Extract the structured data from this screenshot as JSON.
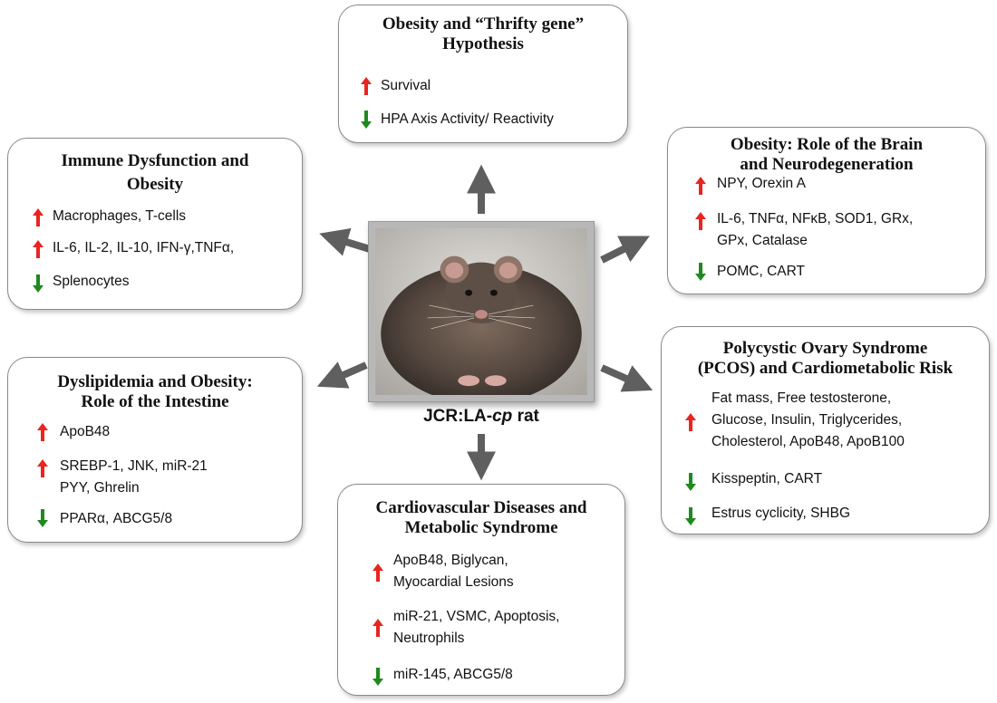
{
  "colors": {
    "up_arrow": "#e8251f",
    "down_arrow": "#1e8a1e",
    "connector": "#5f5f5f",
    "box_border": "#8a8a8a"
  },
  "center": {
    "label_prefix": "JCR:LA-",
    "label_italic": "cp",
    "label_suffix": " rat",
    "photo_icon": "obese-rat-photo"
  },
  "boxes": {
    "thrifty": {
      "title_lines": [
        "Obesity and “Thrifty gene”",
        "Hypothesis"
      ],
      "items": [
        {
          "dir": "up",
          "lines": [
            "Survival"
          ]
        },
        {
          "dir": "down",
          "lines": [
            "HPA Axis Activity/ Reactivity"
          ]
        }
      ]
    },
    "immune": {
      "title_lines": [
        "Immune Dysfunction and",
        "Obesity"
      ],
      "items": [
        {
          "dir": "up",
          "lines": [
            "Macrophages, T-cells"
          ]
        },
        {
          "dir": "up",
          "lines": [
            "IL-6, IL-2, IL-10, IFN-γ,TNFα,"
          ]
        },
        {
          "dir": "down",
          "lines": [
            "Splenocytes"
          ]
        }
      ]
    },
    "brain": {
      "title_lines": [
        "Obesity: Role of the Brain",
        "and Neurodegeneration"
      ],
      "items": [
        {
          "dir": "up",
          "lines": [
            "NPY, Orexin A"
          ]
        },
        {
          "dir": "up",
          "lines": [
            "IL-6, TNFα, NFκB, SOD1, GRx,",
            "GPx, Catalase"
          ]
        },
        {
          "dir": "down",
          "lines": [
            "POMC, CART"
          ]
        }
      ]
    },
    "intestine": {
      "title_lines": [
        "Dyslipidemia and Obesity:",
        "Role of the Intestine"
      ],
      "items": [
        {
          "dir": "up",
          "lines": [
            "ApoB48"
          ]
        },
        {
          "dir": "up",
          "lines": [
            "SREBP-1, JNK, miR-21",
            "PYY, Ghrelin"
          ]
        },
        {
          "dir": "down",
          "lines": [
            "PPARα, ABCG5/8"
          ]
        }
      ]
    },
    "pcos": {
      "title_lines": [
        "Polycystic Ovary Syndrome",
        "(PCOS) and Cardiometabolic Risk"
      ],
      "items": [
        {
          "dir": "up",
          "lines": [
            "Fat mass, Free testosterone,",
            "Glucose, Insulin, Triglycerides,",
            "Cholesterol, ApoB48, ApoB100"
          ]
        },
        {
          "dir": "down",
          "lines": [
            "Kisspeptin, CART"
          ]
        },
        {
          "dir": "down",
          "lines": [
            "Estrus cyclicity, SHBG"
          ]
        }
      ]
    },
    "cardio": {
      "title_lines": [
        "Cardiovascular Diseases and",
        "Metabolic Syndrome"
      ],
      "items": [
        {
          "dir": "up",
          "lines": [
            "ApoB48, Biglycan,",
            "Myocardial Lesions"
          ]
        },
        {
          "dir": "up",
          "lines": [
            "miR-21, VSMC, Apoptosis,",
            "Neutrophils"
          ]
        },
        {
          "dir": "down",
          "lines": [
            "miR-145, ABCG5/8"
          ]
        }
      ]
    }
  }
}
